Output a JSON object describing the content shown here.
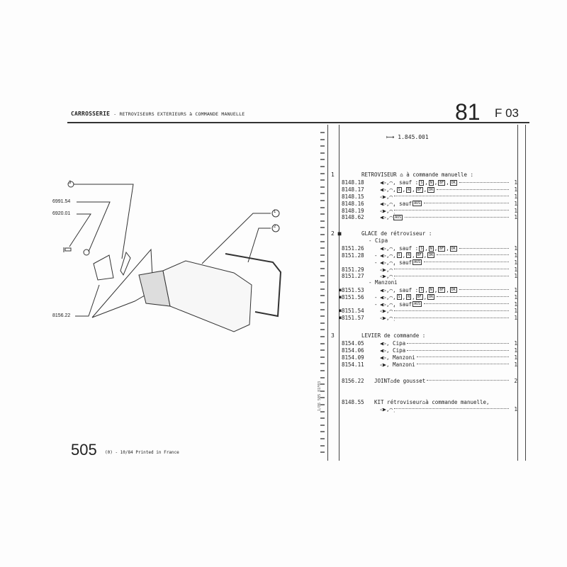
{
  "header": {
    "section": "CARROSSERIE",
    "subtitle": "- RETROVISEURS EXTERIEURS à COMMANDE MANUELLE",
    "group_number": "81",
    "page_code": "F 03"
  },
  "series_from": "1.845.001",
  "diagram": {
    "callouts": [
      "1",
      "2",
      "3"
    ],
    "part_labels": [
      "6991.54",
      "6920.01",
      "8156.22"
    ]
  },
  "sections": [
    {
      "num": "1",
      "marker": false,
      "title": "RETROVISEUR",
      "title_suffix": "à commande manuelle :",
      "rows": [
        {
          "ref": "8148.18",
          "side": "left",
          "glass": "plain",
          "text": ", sauf :",
          "codes": [
            "S",
            "N",
            "BF",
            "DK"
          ],
          "qty": "1"
        },
        {
          "ref": "8148.17",
          "side": "left",
          "glass": "plain",
          "text": ",",
          "codes": [
            "S",
            "N",
            "BF",
            "DK"
          ],
          "qty": "1"
        },
        {
          "ref": "8148.15",
          "side": "right",
          "glass": "plain",
          "text": "",
          "codes": [],
          "qty": "1"
        },
        {
          "ref": "8148.16",
          "side": "left",
          "glass": "dot",
          "text": ", sauf",
          "codes": [
            "AUS"
          ],
          "qty": "1"
        },
        {
          "ref": "8148.19",
          "side": "right",
          "glass": "dot",
          "text": "",
          "codes": [],
          "qty": "1"
        },
        {
          "ref": "8148.62",
          "side": "left",
          "glass": "dot",
          "text": "",
          "codes": [
            "AUS"
          ],
          "qty": "1"
        }
      ]
    },
    {
      "num": "2",
      "marker": true,
      "title": "GLACE de rétroviseur :",
      "title_suffix": "",
      "rows": [
        {
          "label": "- Cipa"
        },
        {
          "ref": "8151.26",
          "side": "left",
          "glass": "plain",
          "text": ", sauf :",
          "codes": [
            "S",
            "N",
            "BF",
            "DK"
          ],
          "qty": "1"
        },
        {
          "ref": "8151.28",
          "dash": true,
          "side": "left",
          "glass": "plain",
          "text": ",",
          "codes": [
            "S",
            "N",
            "BF",
            "DK"
          ],
          "qty": "1"
        },
        {
          "ref": "",
          "dash": true,
          "side": "left",
          "glass": "dot",
          "text": ", sauf",
          "codes": [
            "AUS"
          ],
          "qty": "1"
        },
        {
          "ref": "8151.29",
          "side": "right",
          "glass": "plain",
          "text": "",
          "codes": [],
          "qty": "1"
        },
        {
          "ref": "8151.27",
          "side": "right",
          "glass": "dot",
          "text": "",
          "codes": [],
          "qty": "1"
        },
        {
          "label": "- Manzoni"
        },
        {
          "ref": "8151.53",
          "marker": true,
          "side": "left",
          "glass": "plain",
          "text": ", sauf :",
          "codes": [
            "S",
            "N",
            "BF",
            "DK"
          ],
          "qty": "1"
        },
        {
          "ref": "8151.56",
          "marker": true,
          "dash": true,
          "side": "left",
          "glass": "plain",
          "text": ",",
          "codes": [
            "S",
            "N",
            "BF",
            "DK"
          ],
          "qty": "1"
        },
        {
          "ref": "",
          "dash": true,
          "side": "left",
          "glass": "dot",
          "text": ", sauf",
          "codes": [
            "AUS"
          ],
          "qty": "1"
        },
        {
          "ref": "8151.54",
          "marker": true,
          "side": "right",
          "glass": "plain",
          "text": "",
          "codes": [],
          "qty": "1"
        },
        {
          "ref": "8151.57",
          "marker": true,
          "side": "right",
          "glass": "dot",
          "text": "",
          "codes": [],
          "qty": "1"
        }
      ]
    },
    {
      "num": "3",
      "marker": false,
      "title": "LEVIER de commande :",
      "title_suffix": "",
      "rows": [
        {
          "ref": "8154.05",
          "side": "left",
          "glass": "",
          "text": ", Cipa",
          "codes": [],
          "qty": "1"
        },
        {
          "ref": "8154.06",
          "side": "left",
          "glass": "",
          "text": ", Cipa",
          "codes": [],
          "qty": "1"
        },
        {
          "ref": "8154.09",
          "side": "left",
          "glass": "",
          "text": ", Manzoni",
          "codes": [],
          "qty": "1"
        },
        {
          "ref": "8154.11",
          "side": "right",
          "glass": "",
          "text": ", Manzoni",
          "codes": [],
          "qty": "1"
        }
      ]
    }
  ],
  "joint": {
    "ref": "8156.22",
    "text": "JOINT",
    "suffix": "de gousset",
    "qty": "2"
  },
  "kit": {
    "ref": "8148.55",
    "text": "KIT rétroviseur",
    "suffix": "à commande manuelle,",
    "qty": "1"
  },
  "footer": {
    "model": "505",
    "text": "(0) - 10/84 Printed in France",
    "vertical_code": "1/86 505 81F03"
  }
}
